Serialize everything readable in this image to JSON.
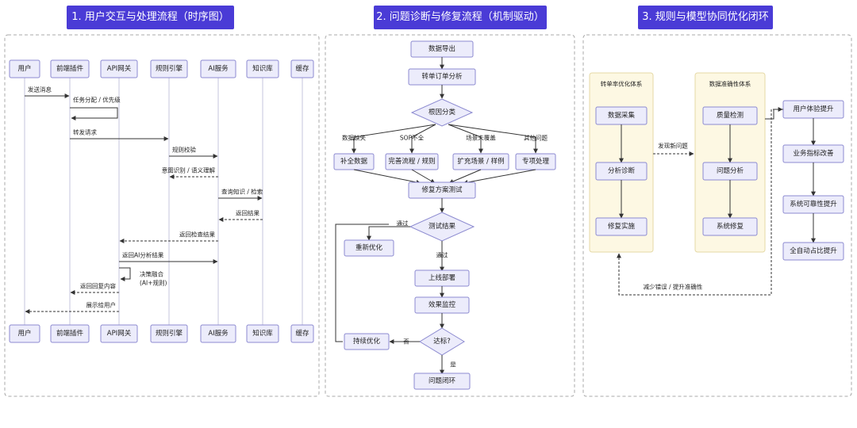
{
  "panels": [
    {
      "title": "1. 用户交互与处理流程（时序图）"
    },
    {
      "title": "2. 问题诊断与修复流程（机制驱动）"
    },
    {
      "title": "3. 规则与模型协同优化闭环"
    }
  ],
  "sequence": {
    "participants": [
      "用户",
      "前端插件",
      "API网关",
      "规则引擎",
      "AI服务",
      "知识库",
      "缓存"
    ],
    "messages": [
      {
        "text": "发送消息",
        "from": 0,
        "to": 1,
        "dashed": false
      },
      {
        "text": "任务分配 / 优先级",
        "from": 1,
        "to": 1,
        "dashed": false
      },
      {
        "text": "转发请求",
        "from": 1,
        "to": 3,
        "dashed": false
      },
      {
        "text": "规则校验",
        "from": 3,
        "to": 4,
        "dashed": false
      },
      {
        "text": "意图识别 / 语义理解",
        "from": 4,
        "to": 3,
        "dashed": true
      },
      {
        "text": "查询知识 / 检索",
        "from": 4,
        "to": 5,
        "dashed": false
      },
      {
        "text": "返回结果",
        "from": 5,
        "to": 4,
        "dashed": true
      },
      {
        "text": "返回检查结果",
        "from": 4,
        "to": 2,
        "dashed": true
      },
      {
        "text": "返回AI分析结果",
        "from": 2,
        "to": 4,
        "dashed": false
      },
      {
        "text": "决策融合",
        "text2": "(AI+规则)",
        "from": 2,
        "to": 2,
        "dashed": false
      },
      {
        "text": "返回回复内容",
        "from": 2,
        "to": 1,
        "dashed": true
      },
      {
        "text": "展示给用户",
        "from": 2,
        "to": 0,
        "dashed": true
      }
    ]
  },
  "flow": {
    "export": "数据导出",
    "analysis": "转单订单分析",
    "rootcause": "根因分类",
    "branches": [
      {
        "label": "数据缺失",
        "action": "补全数据"
      },
      {
        "label": "SOP不全",
        "action": "完善流程 / 规则"
      },
      {
        "label": "场景未覆盖",
        "action": "扩充场景 / 样例"
      },
      {
        "label": "其他问题",
        "action": "专项处理"
      }
    ],
    "repair_test": "修复方案测试",
    "test_result": "测试结果",
    "pass_top": "通过",
    "reoptimize": "重新优化",
    "pass": "通过",
    "deploy": "上线部署",
    "monitor": "效果监控",
    "reach": "达标?",
    "continuous": "持续优化",
    "no": "否",
    "yes": "是",
    "close": "问题闭环"
  },
  "loop": {
    "left_title": "转单率优化体系",
    "left_nodes": [
      "数据采集",
      "分析诊断",
      "修复实施"
    ],
    "mid_title": "数据准确性体系",
    "mid_nodes": [
      "质量检测",
      "问题分析",
      "系统修复"
    ],
    "discover": "发现新问题",
    "reduce": "减少错误 / 提升准确性",
    "right_nodes": [
      "用户体验提升",
      "业务指标改善",
      "系统可靠性提升",
      "全自动占比提升"
    ]
  },
  "colors": {
    "title_bg": "#4a3bd6",
    "node_fill": "#ececfb",
    "node_stroke": "#8c8ad0",
    "group_fill": "#fdf8e3",
    "group_stroke": "#e5d9a6",
    "line": "#333333",
    "panel_border": "#a8a8a8"
  }
}
